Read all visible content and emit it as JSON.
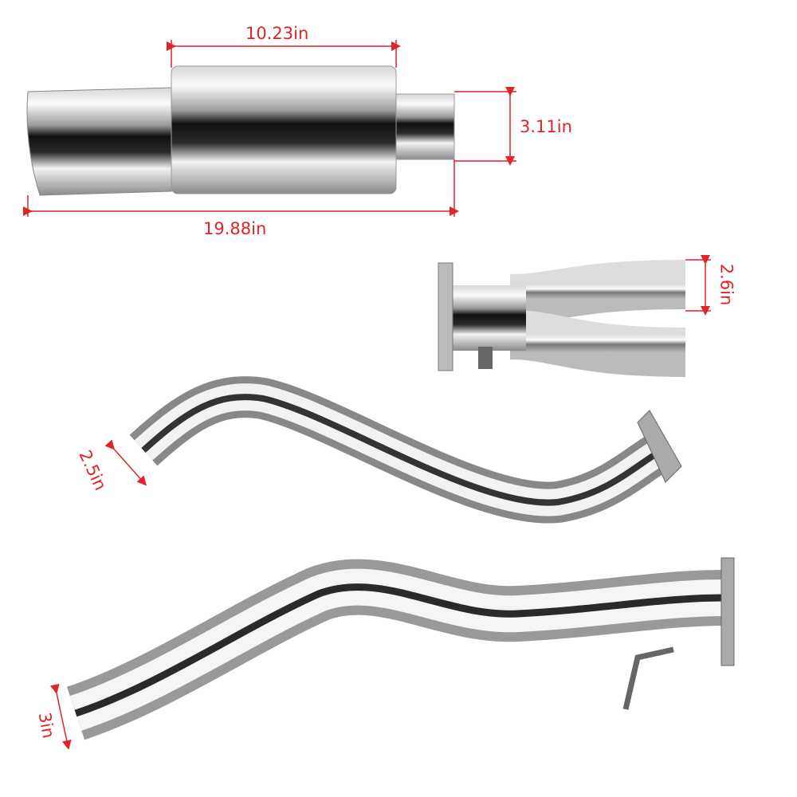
{
  "colors": {
    "dimension": "#e0242a",
    "steel_light": "#f4f4f4",
    "steel_dark": "#1a1a1a"
  },
  "dimensions": {
    "muffler_body_length": "10.23in",
    "muffler_inlet_diameter": "3.11in",
    "muffler_total_length": "19.88in",
    "y_pipe_diameter": "2.6in",
    "mid_pipe_diameter": "2.5in",
    "front_pipe_diameter": "3in"
  }
}
